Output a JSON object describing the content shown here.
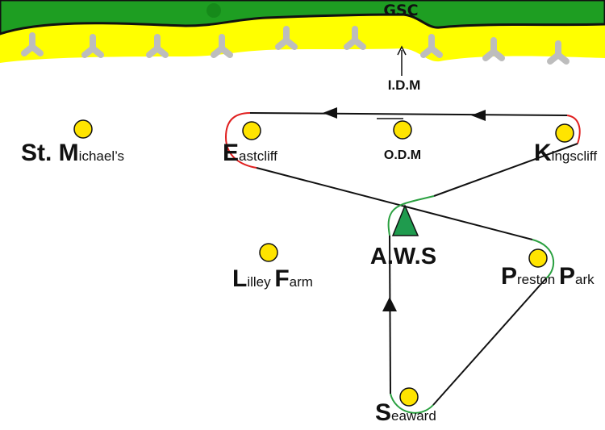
{
  "coast_label": "GSC",
  "colors": {
    "land": "#1e9e22",
    "beach": "#ffff00",
    "marker": "#ffe400",
    "route": "#111111",
    "turn_red": "#e02020",
    "turn_green": "#2aa040",
    "aws_marker": "#1f9b4e",
    "groyne": "#bdbdbd"
  },
  "labels": {
    "idm": "I.D.M",
    "odm": "O.D.M",
    "aws": "A.W.S",
    "st_michaels": {
      "initial": "St. M",
      "rest": "ichael’s"
    },
    "eastcliff": {
      "initial": "E",
      "rest": "astcliff"
    },
    "kingscliff": {
      "initial": "K",
      "rest": "ingscliff"
    },
    "lilley_farm": {
      "initial1": "L",
      "rest1": "illey ",
      "initial2": "F",
      "rest2": "arm"
    },
    "preston_park": {
      "initial1": "P",
      "rest1": "reston ",
      "initial2": "P",
      "rest2": "ark"
    },
    "seaward": {
      "initial": "S",
      "rest": "eaward"
    }
  },
  "icons": {
    "groyne": "groyne-icon",
    "buoy": "buoy-marker-icon",
    "arrow": "direction-arrow-icon",
    "aws": "aws-triangle-icon"
  }
}
